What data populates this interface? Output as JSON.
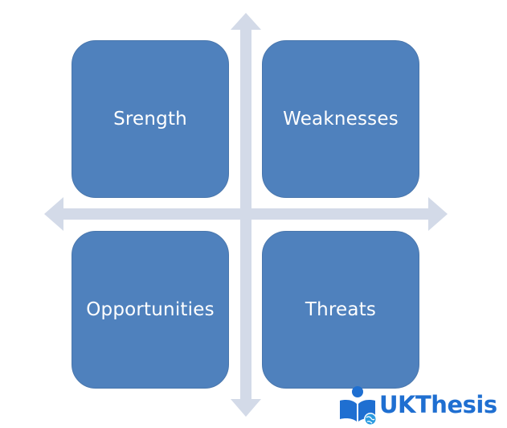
{
  "diagram": {
    "quadrants": [
      {
        "id": "top-left",
        "label": "Srength"
      },
      {
        "id": "top-right",
        "label": "Weaknesses"
      },
      {
        "id": "bottom-left",
        "label": "Opportunities"
      },
      {
        "id": "bottom-right",
        "label": "Threats"
      }
    ],
    "colors": {
      "box_fill": "#4f81bd",
      "axis": "#d3dae8",
      "label": "#ffffff"
    }
  },
  "logo": {
    "text": "UKThesis",
    "color": "#1f6fd1"
  }
}
